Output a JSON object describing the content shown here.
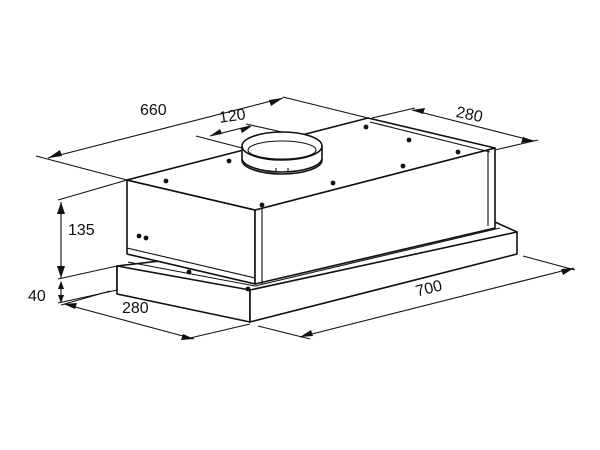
{
  "diagram": {
    "subject": "Telescopic range hood dimensional drawing",
    "units": "mm",
    "dimensions": {
      "top_width": "660",
      "outlet_diameter": "120",
      "top_depth": "280",
      "body_height": "135",
      "front_panel_height": "40",
      "bottom_depth": "280",
      "front_width": "700"
    },
    "colors": {
      "line": "#111111",
      "background": "#ffffff"
    }
  }
}
